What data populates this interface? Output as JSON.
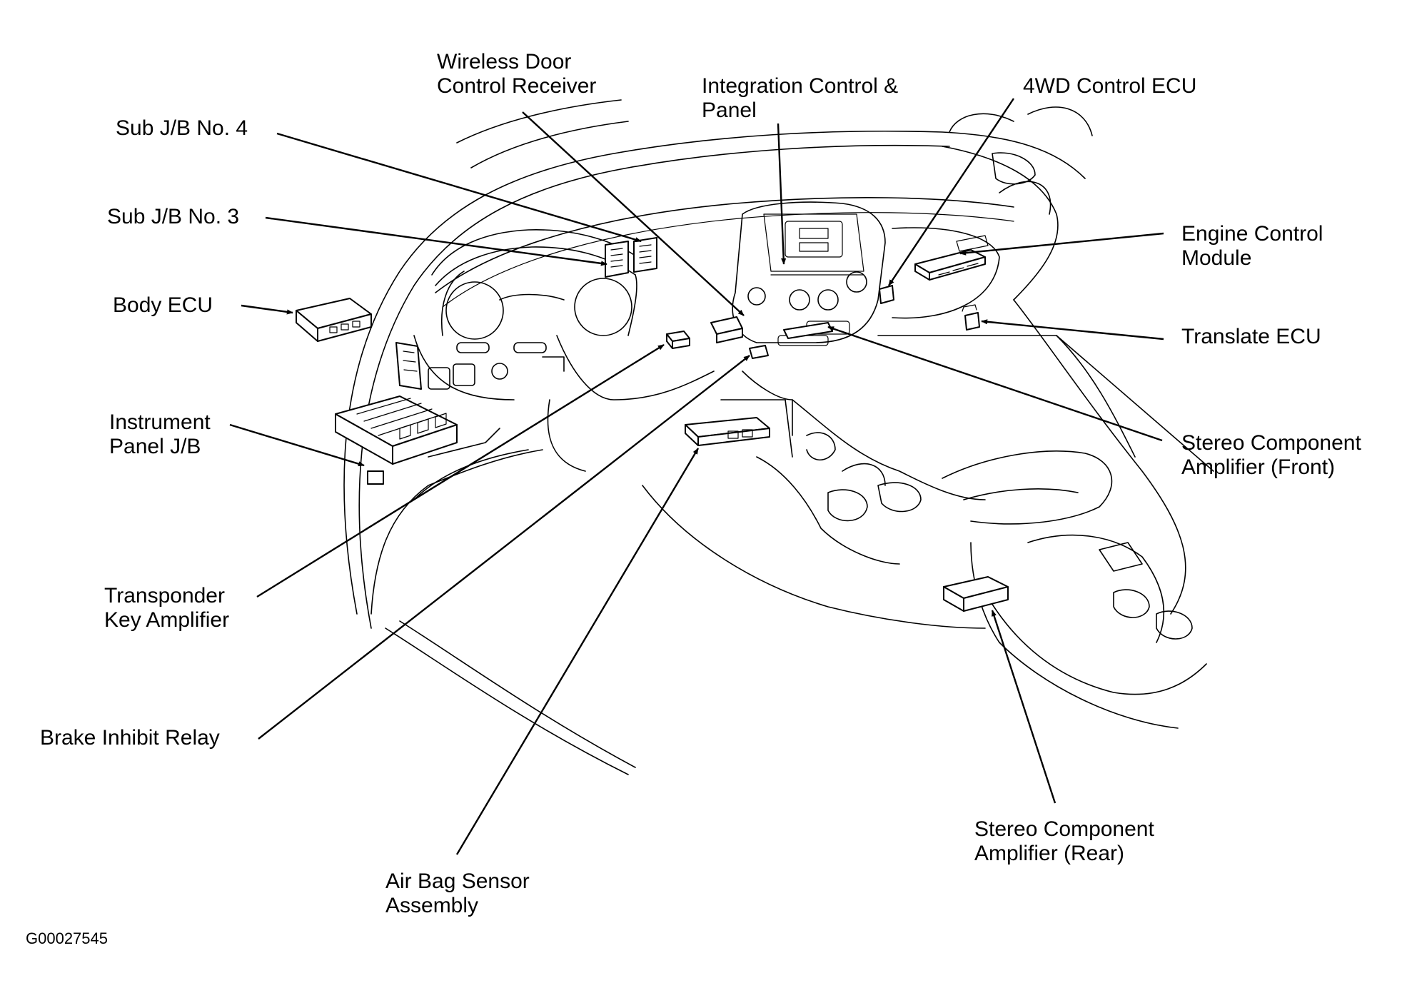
{
  "labels": {
    "wireless_door_1": "Wireless Door",
    "wireless_door_2": "Control Receiver",
    "integration_1": "Integration Control &",
    "integration_2": "Panel",
    "fourwd": "4WD Control ECU",
    "sub_jb4": "Sub J/B No. 4",
    "sub_jb3": "Sub J/B No. 3",
    "engine_1": "Engine Control",
    "engine_2": "Module",
    "body_ecu": "Body ECU",
    "translate": "Translate ECU",
    "instrument_1": "Instrument",
    "instrument_2": "Panel J/B",
    "stereo_front_1": "Stereo Component",
    "stereo_front_2": "Amplifier (Front)",
    "transponder_1": "Transponder",
    "transponder_2": "Key Amplifier",
    "brake": "Brake Inhibit Relay",
    "stereo_rear_1": "Stereo Component",
    "stereo_rear_2": "Amplifier (Rear)",
    "airbag_1": "Air Bag Sensor",
    "airbag_2": "Assembly"
  },
  "figure_code": "G00027545"
}
